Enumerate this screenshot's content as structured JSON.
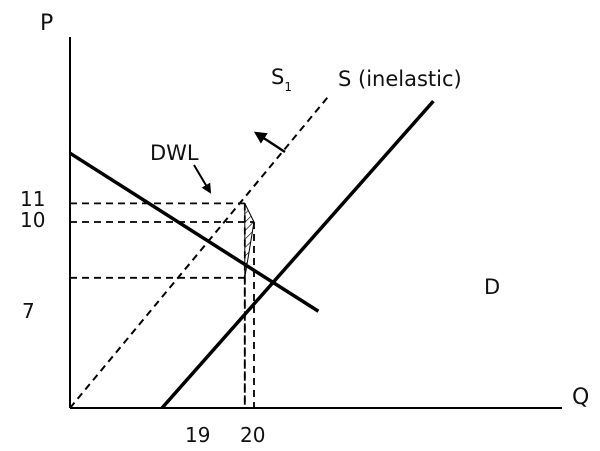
{
  "chart_data": {
    "type": "line",
    "title": "",
    "xlabel": "Q",
    "ylabel": "P",
    "x_ticks": [
      "19",
      "20"
    ],
    "y_ticks": [
      "11",
      "10",
      "7"
    ],
    "series": [
      {
        "name": "D",
        "x": [
          0,
          27
        ],
        "y": [
          13.7,
          5.2
        ]
      },
      {
        "name": "S (inelastic)",
        "x": [
          10,
          39.5
        ],
        "y": [
          0,
          16.5
        ]
      },
      {
        "name": "S",
        "subscript": "1",
        "x": [
          0,
          28
        ],
        "y": [
          0,
          16.7
        ]
      }
    ],
    "annotations": [
      {
        "text": "DWL",
        "x": 18.2,
        "y": 12.2
      }
    ],
    "dwl_region": {
      "points": [
        [
          19,
          11
        ],
        [
          20,
          10
        ],
        [
          19,
          7
        ]
      ]
    },
    "reference_points": [
      {
        "x": 19,
        "y": 11
      },
      {
        "x": 20,
        "y": 10
      },
      {
        "x": 19,
        "y": 7
      }
    ],
    "colors": {
      "lines": "#000000",
      "background": "#ffffff"
    }
  }
}
